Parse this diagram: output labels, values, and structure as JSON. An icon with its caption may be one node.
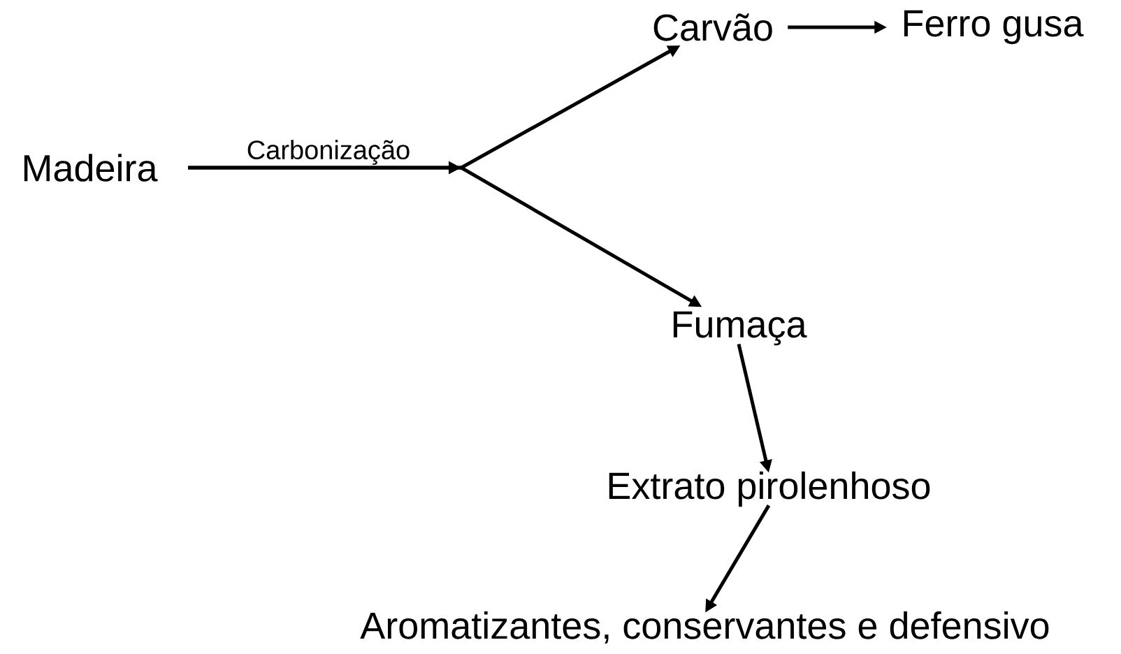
{
  "diagram": {
    "nodes": [
      {
        "text": [
          "Madeira"
        ]
      },
      {
        "text": [
          "Carvão"
        ]
      },
      {
        "text": [
          "Ferro gusa"
        ]
      },
      {
        "text": [
          "Fumaça"
        ]
      },
      {
        "text": [
          "Extrato pirolenhoso"
        ]
      },
      {
        "text": [
          "Aromatizantes, conservantes e defensivo"
        ]
      }
    ],
    "edges": [
      {
        "from": 0,
        "to": 1,
        "arrow": "to",
        "label": "Carbonização"
      },
      {
        "from": 0,
        "to": 3,
        "arrow": "to"
      },
      {
        "from": 1,
        "to": 2,
        "arrow": "to"
      },
      {
        "from": 3,
        "to": 4,
        "arrow": "to"
      },
      {
        "from": 4,
        "to": 5,
        "arrow": "to"
      }
    ]
  }
}
